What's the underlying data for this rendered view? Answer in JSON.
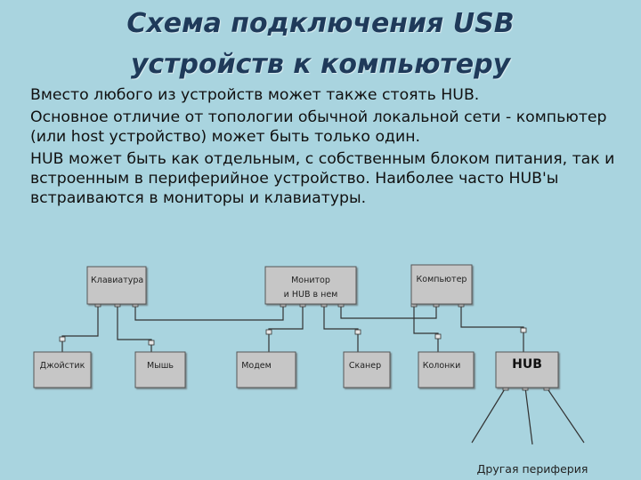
{
  "title": {
    "line1": "Схема подключения USB",
    "line2": "устройств к компьютеру"
  },
  "paragraphs": [
    "Вместо любого из устройств может также стоять HUB.",
    "Основное отличие от топологии обычной локальной сети ‑ компьютер (или host устройство) может быть только один.",
    "HUB может быть как отдельным, с собственным блоком питания, так и встроенным в периферийное устройство. Наиболее часто HUB'ы встраиваются в мониторы и клавиатуры."
  ],
  "diagram": {
    "keyboard": "Клавиатура",
    "monitor_line1": "Монитор",
    "monitor_line2": "и HUB в нем",
    "computer": "Компьютер",
    "joystick": "Джойстик",
    "mouse": "Мышь",
    "modem": "Модем",
    "scanner": "Сканер",
    "speakers": "Колонки",
    "hub": "HUB",
    "other_peripherals": "Другая периферия"
  },
  "colors": {
    "background": "#a9d4df",
    "title": "#1f3a5a",
    "box_fill": "#c6c6c6",
    "box_stroke": "#555555"
  }
}
